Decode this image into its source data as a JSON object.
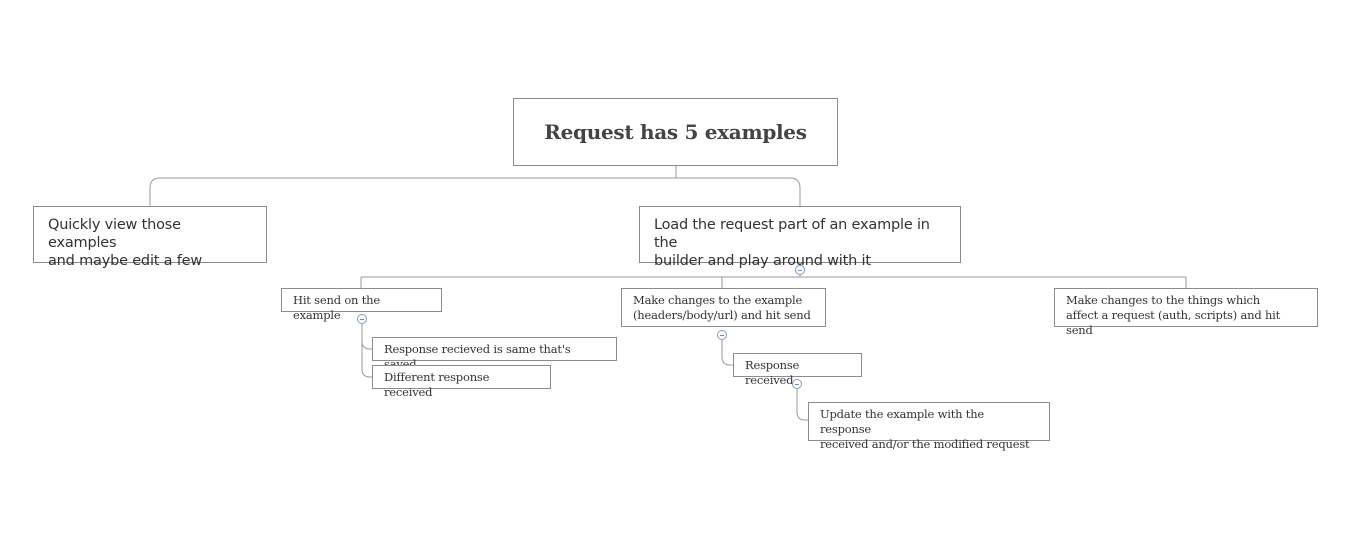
{
  "mindmap": {
    "root": {
      "label": "Request has 5 examples"
    },
    "branches": {
      "quick_view": {
        "label": "Quickly view those examples\nand maybe edit a few"
      },
      "load_request": {
        "label": "Load the request part of an example in the\nbuilder and play around with it"
      }
    },
    "load_children": {
      "hit_send": {
        "label": "Hit send on the example"
      },
      "make_changes_example": {
        "label": "Make changes to the example\n(headers/body/url) and hit send"
      },
      "make_changes_things": {
        "label": "Make changes to the things which\naffect a request (auth, scripts) and hit send"
      }
    },
    "hit_send_children": {
      "same": {
        "label": "Response recieved is same that's saved"
      },
      "different": {
        "label": "Different response received"
      }
    },
    "make_changes_example_children": {
      "response_received": {
        "label": "Response received"
      }
    },
    "response_received_children": {
      "update_example": {
        "label": "Update the example with the response\nreceived and/or the modified request"
      }
    }
  },
  "colors": {
    "line": "#9a9a9a",
    "border": "#8c8c8c",
    "text": "#333333",
    "collapse_toggle": "#7f9cc7"
  },
  "icons": {
    "collapse_toggle": "minus-circle-icon"
  }
}
